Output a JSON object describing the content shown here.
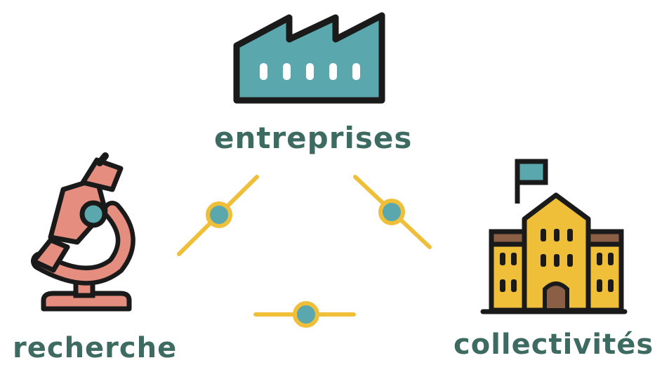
{
  "nodes": {
    "entreprises": {
      "label": "entreprises",
      "icon": "factory-icon"
    },
    "recherche": {
      "label": "recherche",
      "icon": "microscope-icon"
    },
    "collectivites": {
      "label": "collectivités",
      "icon": "town-hall-icon"
    }
  },
  "colors": {
    "text": "#3d6b61",
    "teal": "#5aa8ad",
    "salmon": "#e58e7f",
    "yellow": "#f0bf3a",
    "brown": "#8b5e46",
    "outline": "#1a1a1a"
  }
}
